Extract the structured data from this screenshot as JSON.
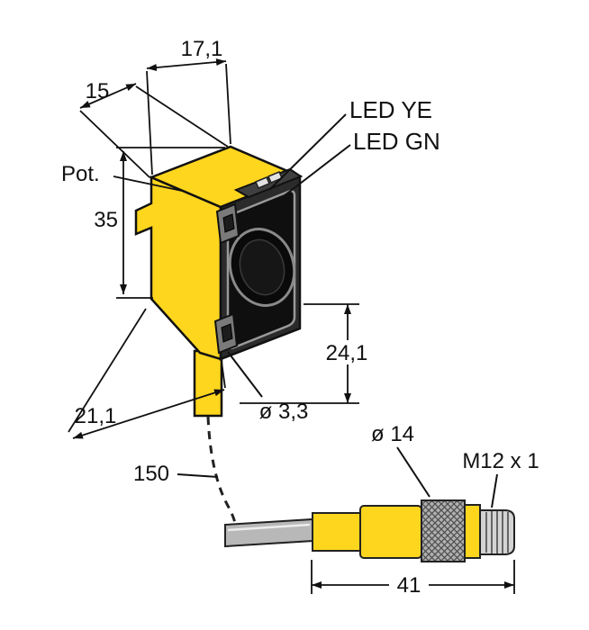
{
  "diagram": {
    "type": "technical-dimension-drawing",
    "subject": "photoelectric sensor with M12 connector cable",
    "colors": {
      "body_yellow": "#FFD61E",
      "face_dark": "#2B2B2B",
      "lens_black": "#0A0A0A",
      "metal_gray": "#B8B8B8",
      "line_black": "#111111",
      "background": "#FFFFFF"
    },
    "labels": {
      "dim_width_top": "17,1",
      "dim_depth_top": "15",
      "led_yellow": "LED YE",
      "led_green": "LED GN",
      "potentiometer": "Pot.",
      "dim_height": "35",
      "dim_face_height": "24,1",
      "dim_depth_bottom": "21,1",
      "dia_mounting_hole": "ø 3,3",
      "dia_connector": "ø 14",
      "thread_spec": "M12 x 1",
      "cable_length": "150",
      "dim_connector_length": "41"
    }
  }
}
